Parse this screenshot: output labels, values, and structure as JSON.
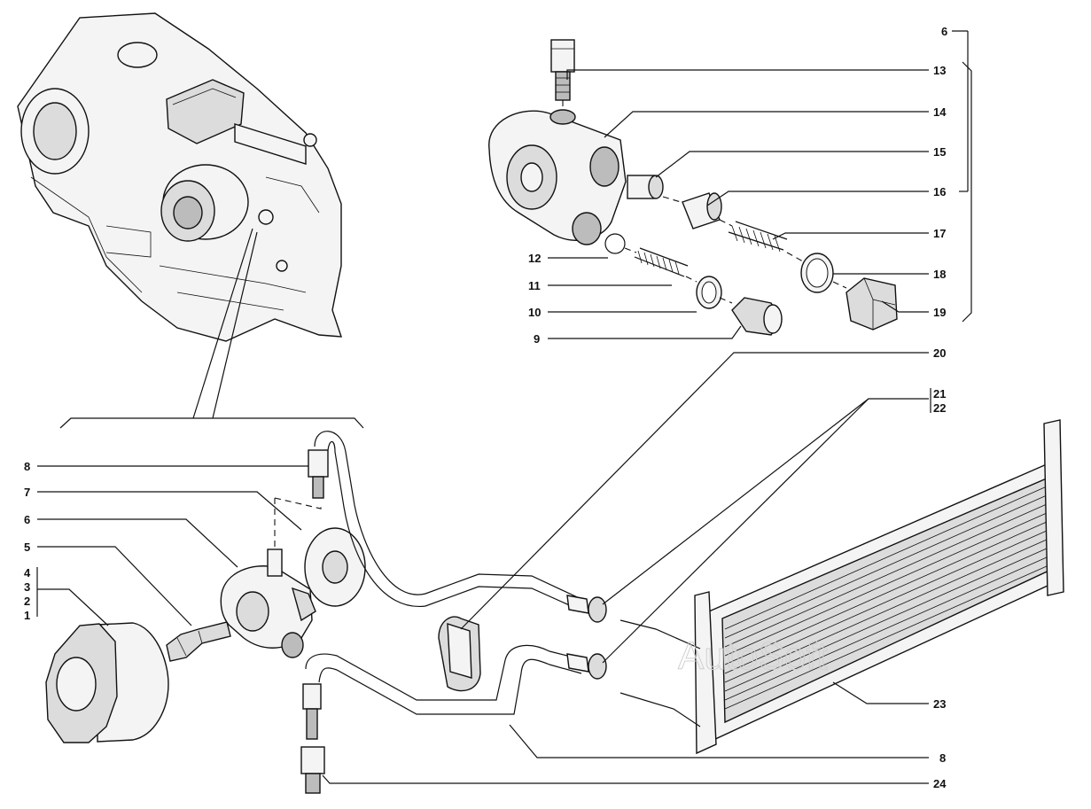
{
  "watermark": "AutoSoft",
  "labels": {
    "l1": "1",
    "l2": "2",
    "l3": "3",
    "l4": "4",
    "l5": "5",
    "l6a": "6",
    "l7": "7",
    "l8a": "8",
    "l6b": "6",
    "l9": "9",
    "l10": "10",
    "l11": "11",
    "l12": "12",
    "l13": "13",
    "l14": "14",
    "l15": "15",
    "l16": "16",
    "l17": "17",
    "l18": "18",
    "l19": "19",
    "l20": "20",
    "l21": "21",
    "l22": "22",
    "l23": "23",
    "l8b": "8",
    "l24": "24"
  }
}
